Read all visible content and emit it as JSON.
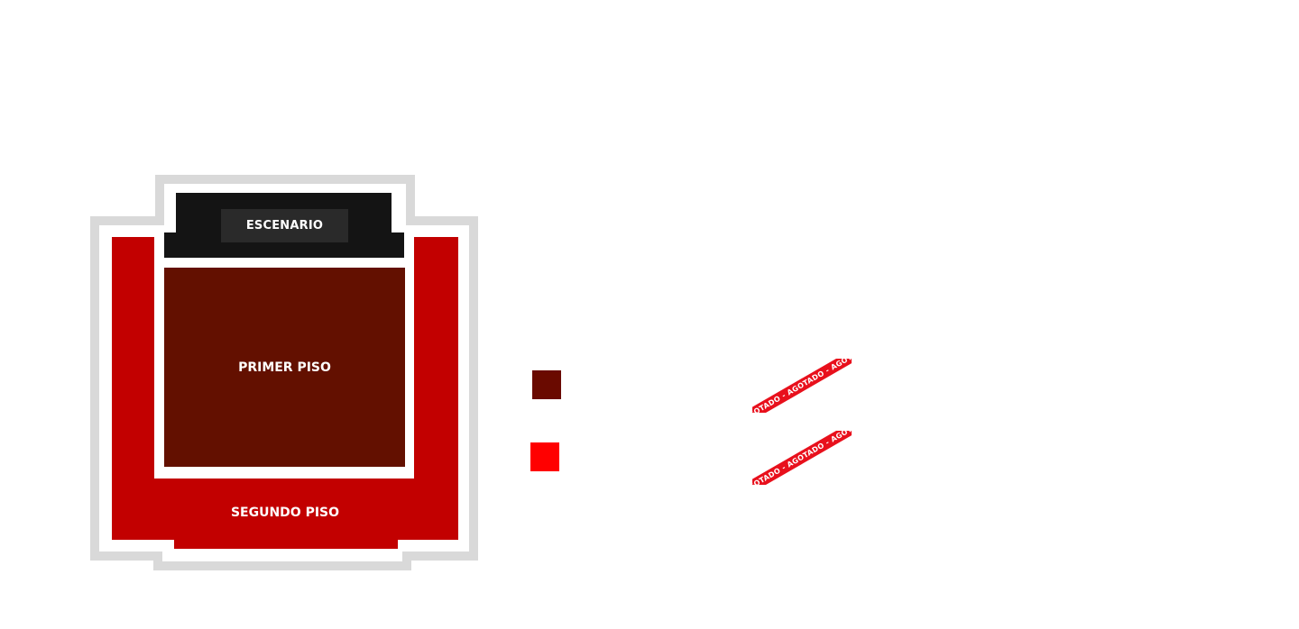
{
  "map": {
    "stage_label": "ESCENARIO",
    "zones": [
      {
        "name": "PRIMER PISO",
        "color": "#631000"
      },
      {
        "name": "SEGUNDO PISO",
        "color": "#c20000"
      }
    ]
  },
  "legend": {
    "ribbon_text": "AGOTADO - AGOTADO - AGOTADO - AGOTADO",
    "items": [
      {
        "color": "#631000"
      },
      {
        "color": "#ff0000"
      }
    ]
  }
}
